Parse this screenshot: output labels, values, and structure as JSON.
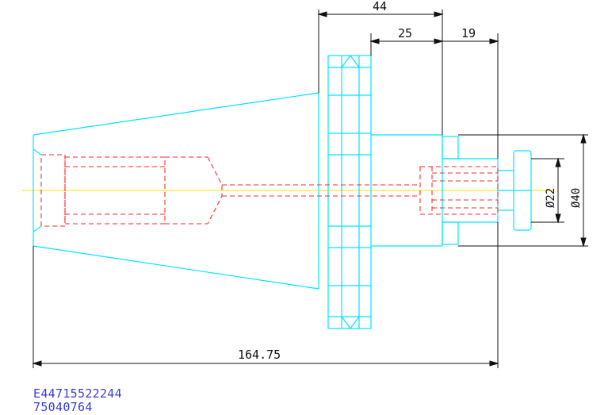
{
  "drawing": {
    "dimensions": {
      "flange_to_end": "44",
      "shank_length": "25",
      "nose_length": "19",
      "overall_length": "164.75",
      "bore_diameter": "Ø22",
      "nose_diameter": "Ø40"
    },
    "code_line_1": "E44715522244",
    "code_line_2": "75040764",
    "colors": {
      "outline": "#00e5ff",
      "hidden": "#ff2a2a",
      "centerline": "#ffe000",
      "dimension": "#111111",
      "code_text": "#3a3ad6"
    }
  }
}
